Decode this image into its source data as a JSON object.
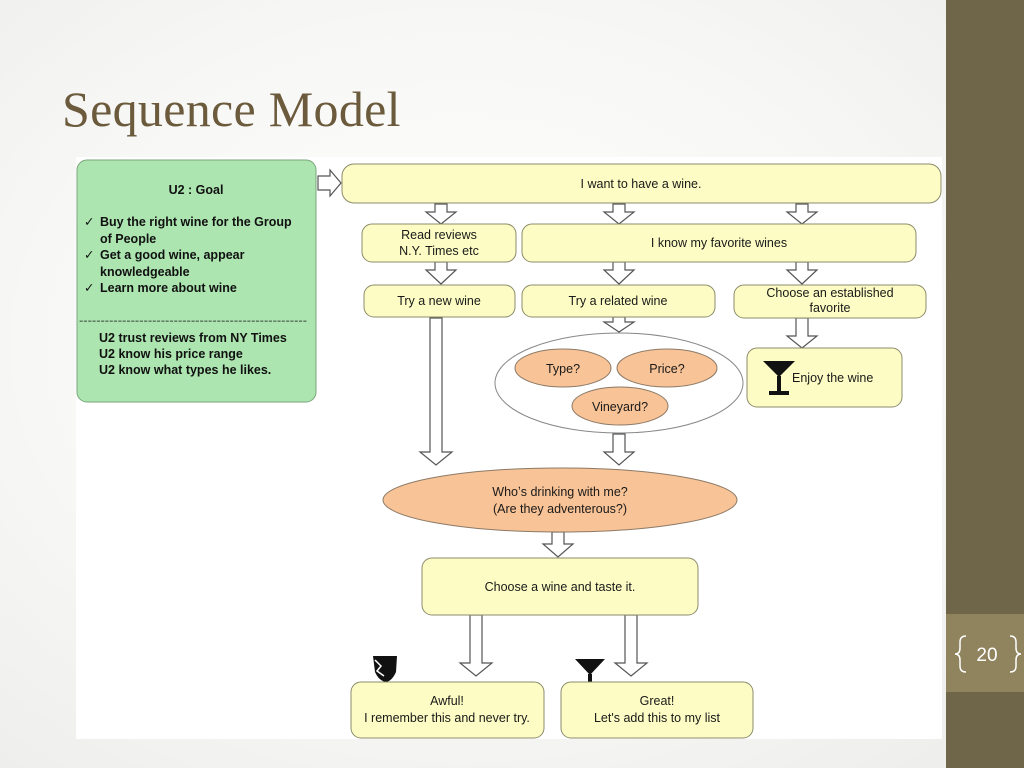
{
  "slide": {
    "title": "Sequence Model",
    "page_number": "20"
  },
  "goal": {
    "heading": "U2 : Goal",
    "checklist": [
      [
        "Buy the right wine for the Group",
        "of People"
      ],
      [
        "Get a good wine, appear",
        "knowledgeable"
      ],
      [
        "Learn more about wine"
      ]
    ],
    "separator": "-----------------------------------------------------",
    "notes": [
      "U2 trust reviews from NY Times",
      "U2 know his price range",
      "U2 know what types he likes."
    ]
  },
  "flow": {
    "intent": "I want to have a wine.",
    "read_reviews": [
      "Read reviews",
      "N.Y. Times etc"
    ],
    "favorite_wines": "I know my favorite wines",
    "try_new": "Try a new wine",
    "try_related": "Try a related wine",
    "choose_established": [
      "Choose an established",
      "favorite"
    ],
    "criteria": {
      "type": "Type?",
      "price": "Price?",
      "vineyard": "Vineyard?"
    },
    "enjoy": "Enjoy the wine",
    "who_drinking": [
      "Whoʼs drinking with me?",
      "(Are they adventerous?)"
    ],
    "choose_taste": "Choose a wine and taste it.",
    "awful": [
      "Awful!",
      "I remember this and never try."
    ],
    "great": [
      "Great!",
      "Let's add this to my list"
    ]
  },
  "icons": {
    "cocktail": "cocktail-glass-icon",
    "broken_glass": "broken-wine-glass-icon"
  },
  "colors": {
    "sidebar": "#6f6549",
    "page_box": "#8f845e",
    "title": "#6b5a3c",
    "goal_box": "#ace5b0",
    "step_box": "#fcfcc4",
    "question_ellipse": "#f8c396",
    "canvas": "#ffffff"
  }
}
